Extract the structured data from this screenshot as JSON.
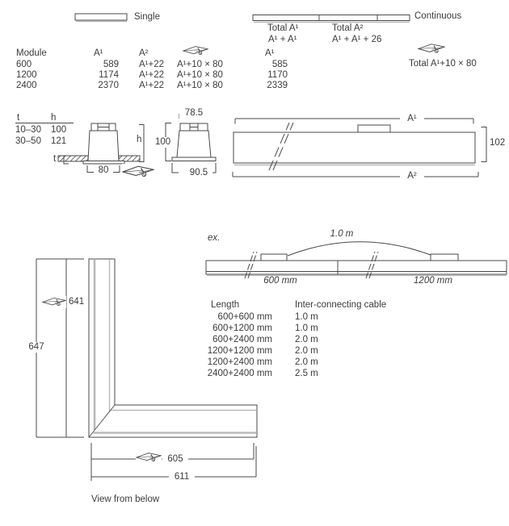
{
  "colors": {
    "line": "#4a4a4a",
    "text": "#3b3b3b",
    "shadow": "#b9b9b9"
  },
  "legend": {
    "single": "Single",
    "continuous": "Continuous"
  },
  "module_table": {
    "col_module": "Module",
    "col_a1": "A¹",
    "col_a2": "A²",
    "rows": [
      {
        "module": "600",
        "a1": "589",
        "a2": "A¹+22",
        "cutout": "A¹+10 × 80"
      },
      {
        "module": "1200",
        "a1": "1174",
        "a2": "A¹+22",
        "cutout": "A¹+10 × 80"
      },
      {
        "module": "2400",
        "a1": "2370",
        "a2": "A¹+22",
        "cutout": "A¹+10 × 80"
      }
    ]
  },
  "continuous_table": {
    "total_a1_label": "Total A¹",
    "total_a1_formula": "A¹ + A¹",
    "total_a2_label": "Total A²",
    "total_a2_formula": "A¹ + A¹ + 26",
    "col_a1": "A¹",
    "rows": [
      "585",
      "1170",
      "2339"
    ],
    "cutout": "Total A¹+10 × 80"
  },
  "recess_table": {
    "col_t": "t",
    "col_h": "h",
    "rows": [
      {
        "t": "10–30",
        "h": "100"
      },
      {
        "t": "30–50",
        "h": "121"
      }
    ]
  },
  "section_single": {
    "t": "t",
    "h": "h",
    "width": "80"
  },
  "section_profile": {
    "top_width": "78.5",
    "height": "100",
    "bottom_width": "90.5"
  },
  "elevation": {
    "top_dim": "A¹",
    "height_dim": "102",
    "bottom_dim": "A²"
  },
  "example": {
    "label": "ex.",
    "cable_length": "1.0 m",
    "left_module": "600 mm",
    "right_module": "1200 mm"
  },
  "cable_table": {
    "col_length": "Length",
    "col_cable": "Inter-connecting cable",
    "rows": [
      {
        "length": "600+600 mm",
        "cable": "1.0 m"
      },
      {
        "length": "600+1200 mm",
        "cable": "1.0 m"
      },
      {
        "length": "600+2400 mm",
        "cable": "2.0 m"
      },
      {
        "length": "1200+1200 mm",
        "cable": "2.0 m"
      },
      {
        "length": "1200+2400 mm",
        "cable": "2.0 m"
      },
      {
        "length": "2400+2400 mm",
        "cable": "2.5 m"
      }
    ]
  },
  "corner_view": {
    "cutout_width": "641",
    "outer_width": "647",
    "cutout_length": "605",
    "outer_length": "611",
    "caption": "View from below"
  }
}
